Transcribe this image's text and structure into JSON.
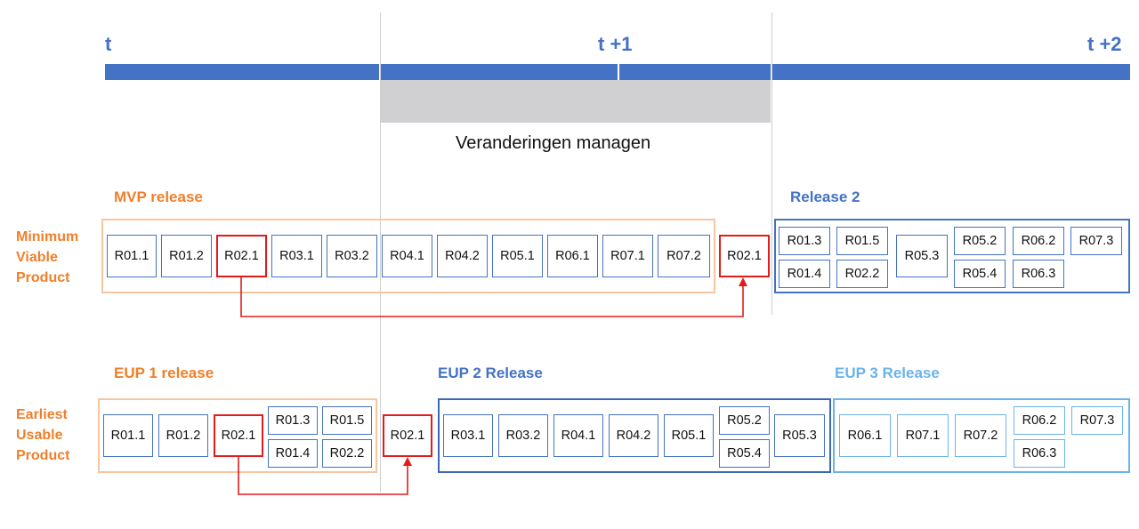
{
  "timeline": {
    "marks": [
      "t",
      "t +1",
      "t +2"
    ],
    "band_label": "Veranderingen managen"
  },
  "colors": {
    "blue": "#4472c4",
    "light_blue": "#6ab3ea",
    "orange": "#f07f2a",
    "orange_border": "#f6c6a0",
    "red": "#e31b1b",
    "grey_band": "#d0d0d2"
  },
  "mvp": {
    "side_label": [
      "Minimum",
      "Viable",
      "Product"
    ],
    "release_label": "MVP release",
    "release_items": [
      "R01.1",
      "R01.2",
      "R02.1",
      "R03.1",
      "R03.2",
      "R04.1",
      "R04.2",
      "R05.1",
      "R06.1",
      "R07.1",
      "R07.2"
    ],
    "moved_item": "R02.1",
    "release2_label": "Release 2",
    "release2_items": [
      "R01.3",
      "R01.5",
      "R01.4",
      "R02.2",
      "R05.3",
      "R05.2",
      "R05.4",
      "R06.2",
      "R06.3",
      "R07.3"
    ]
  },
  "eup": {
    "side_label": [
      "Earliest",
      "Usable",
      "Product"
    ],
    "release1_label": "EUP 1 release",
    "release1_items": [
      "R01.1",
      "R01.2",
      "R02.1",
      "R01.3",
      "R01.5",
      "R01.4",
      "R02.2"
    ],
    "moved_item": "R02.1",
    "release2_label": "EUP 2 Release",
    "release2_items": [
      "R03.1",
      "R03.2",
      "R04.1",
      "R04.2",
      "R05.1",
      "R05.2",
      "R05.4",
      "R05.3"
    ],
    "release3_label": "EUP 3 Release",
    "release3_items": [
      "R06.1",
      "R07.1",
      "R07.2",
      "R06.2",
      "R07.3",
      "R06.3"
    ]
  }
}
